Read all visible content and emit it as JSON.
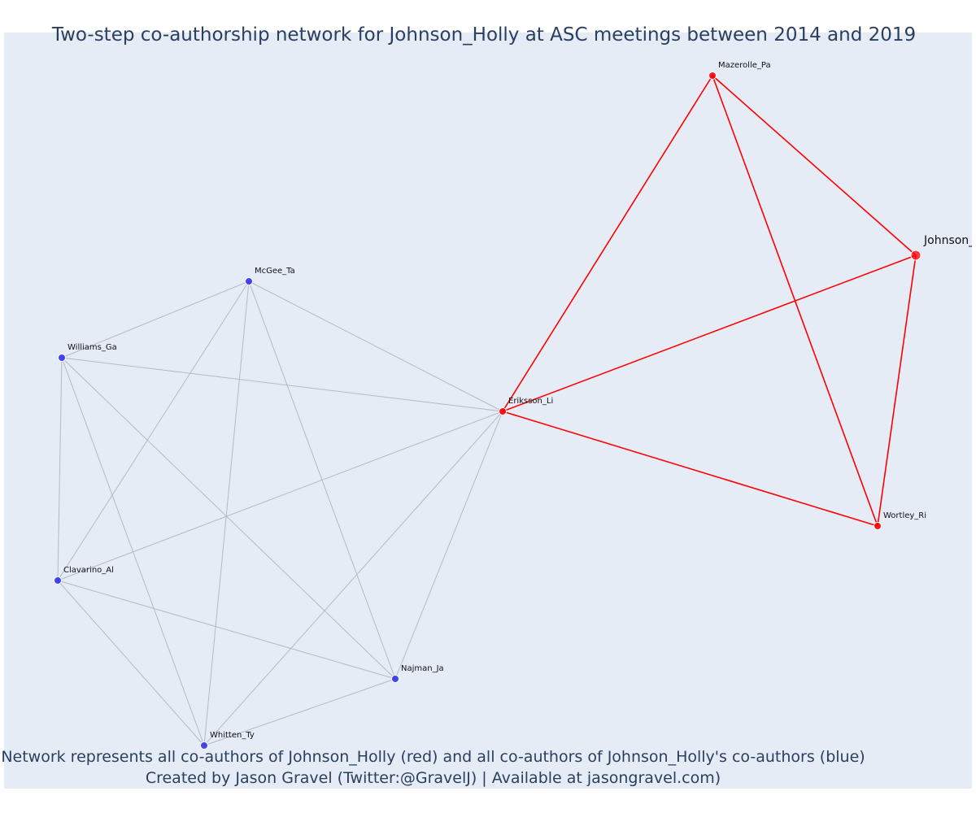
{
  "title": "Two-step co-authorship network for Johnson_Holly at ASC meetings between 2014 and 2019",
  "caption": {
    "line1": "Network represents all co-authors of Johnson_Holly (red) and all co-authors of Johnson_Holly's co-authors (blue)",
    "line2": "Created by Jason Gravel (Twitter:@GravelJ) | Available at jasongravel.com)"
  },
  "colors": {
    "first_step": "#ff0000",
    "second_step": "#3333ee",
    "second_step_edge": "#b4b9c8",
    "background": "#e5ecf6"
  },
  "nodes": [
    {
      "id": "Johnson_Holly",
      "label": "Johnson_",
      "group": "focal"
    },
    {
      "id": "Mazerolle_Pa",
      "label": "Mazerolle_Pa",
      "group": "coauthor"
    },
    {
      "id": "Eriksson_Li",
      "label": "Eriksson_Li",
      "group": "coauthor"
    },
    {
      "id": "Wortley_Ri",
      "label": "Wortley_Ri",
      "group": "coauthor"
    },
    {
      "id": "McGee_Ta",
      "label": "McGee_Ta",
      "group": "second"
    },
    {
      "id": "Williams_Ga",
      "label": "Williams_Ga",
      "group": "second"
    },
    {
      "id": "Clavarino_Al",
      "label": "Clavarino_Al",
      "group": "second"
    },
    {
      "id": "Najman_Ja",
      "label": "Najman_Ja",
      "group": "second"
    },
    {
      "id": "Whitten_Ty",
      "label": "Whitten_Ty",
      "group": "second"
    }
  ],
  "edges": [
    [
      "Mazerolle_Pa",
      "Eriksson_Li",
      "first"
    ],
    [
      "Mazerolle_Pa",
      "Johnson_Holly",
      "first"
    ],
    [
      "Mazerolle_Pa",
      "Wortley_Ri",
      "first"
    ],
    [
      "Eriksson_Li",
      "Johnson_Holly",
      "first"
    ],
    [
      "Eriksson_Li",
      "Wortley_Ri",
      "first"
    ],
    [
      "Johnson_Holly",
      "Wortley_Ri",
      "first"
    ],
    [
      "McGee_Ta",
      "Williams_Ga",
      "second"
    ],
    [
      "McGee_Ta",
      "Eriksson_Li",
      "second"
    ],
    [
      "McGee_Ta",
      "Clavarino_Al",
      "second"
    ],
    [
      "McGee_Ta",
      "Whitten_Ty",
      "second"
    ],
    [
      "McGee_Ta",
      "Najman_Ja",
      "second"
    ],
    [
      "Williams_Ga",
      "Eriksson_Li",
      "second"
    ],
    [
      "Williams_Ga",
      "Clavarino_Al",
      "second"
    ],
    [
      "Williams_Ga",
      "Whitten_Ty",
      "second"
    ],
    [
      "Williams_Ga",
      "Najman_Ja",
      "second"
    ],
    [
      "Clavarino_Al",
      "Eriksson_Li",
      "second"
    ],
    [
      "Clavarino_Al",
      "Najman_Ja",
      "second"
    ],
    [
      "Clavarino_Al",
      "Whitten_Ty",
      "second"
    ],
    [
      "Whitten_Ty",
      "Eriksson_Li",
      "second"
    ],
    [
      "Whitten_Ty",
      "Najman_Ja",
      "second"
    ],
    [
      "Najman_Ja",
      "Eriksson_Li",
      "second"
    ]
  ]
}
